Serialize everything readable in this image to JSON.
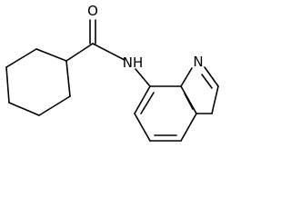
{
  "molecule": {
    "atoms": {
      "oxygen": "O",
      "amide_nh": "NH",
      "quinoline_n": "N"
    },
    "colors": {
      "bond": "#000000",
      "background": "#ffffff"
    }
  }
}
